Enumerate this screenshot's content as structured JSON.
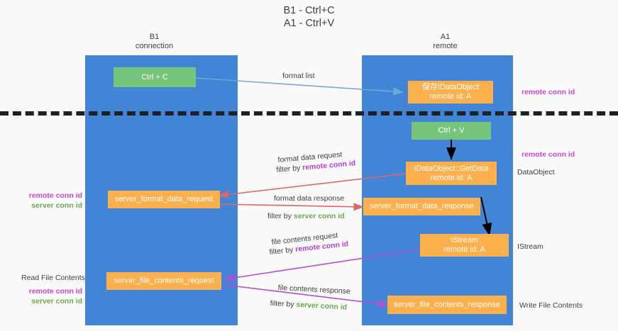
{
  "title": {
    "line1": "B1 - Ctrl+C",
    "line2": "A1 - Ctrl+V"
  },
  "columns": [
    {
      "name": "B1",
      "role": "connection"
    },
    {
      "name": "A1",
      "role": "remote"
    }
  ],
  "colors": {
    "lane": "#4285d6",
    "green_box": "#77c47d",
    "orange_box": "#fbb04d",
    "remote_conn_id": "#cc44cc",
    "server_conn_id": "#6aa84f",
    "arrow_blue": "#6fa8dc",
    "arrow_red": "#e06666",
    "arrow_purple": "#b44fd0",
    "arrow_black": "#000000",
    "separator": "#202124",
    "background": "#fafafa"
  },
  "boxes": {
    "ctrl_c": {
      "label": "Ctrl + C"
    },
    "ctrl_v": {
      "label": "Ctrl + V"
    },
    "idataobject_store": {
      "line1": "保存IDataObject",
      "line2": "remote id: A"
    },
    "idataobject_getdata": {
      "line1": "IDataObject::GetData",
      "line2": "remote id: A"
    },
    "istream": {
      "line1": "IStream",
      "line2": "remote id: A"
    },
    "server_format_data_request": {
      "label": "server_format_data_request"
    },
    "server_format_data_response": {
      "label": "server_format_data_response"
    },
    "server_file_contents_request": {
      "label": "server_file_contents_request"
    },
    "server_file_contents_response": {
      "label": "server_file_contents_response"
    }
  },
  "connector_labels": {
    "format_list": {
      "text": "format list"
    },
    "format_data_request": {
      "text": "format data request"
    },
    "format_data_request_filter": {
      "prefix": "filter by ",
      "highlight": "remote conn id"
    },
    "format_data_response": {
      "text": "format data response"
    },
    "format_data_response_filter": {
      "prefix": "filter by ",
      "highlight": "server conn id"
    },
    "file_contents_request": {
      "text": "file contents request"
    },
    "file_contents_request_filter": {
      "prefix": "filter by ",
      "highlight": "remote conn id"
    },
    "file_contents_response": {
      "text": "file contents response"
    },
    "file_contents_response_filter": {
      "prefix": "filter by ",
      "highlight": "server conn id"
    }
  },
  "annotations": {
    "right_top_remote": "remote conn id",
    "right_mid_remote": "remote conn id",
    "right_dataobject": "DataObject",
    "right_istream": "IStream",
    "right_write_file_contents": "Write File Contents",
    "left_ids_1": {
      "remote": "remote conn id",
      "server": "server conn id"
    },
    "left_read_file_contents": "Read File Contents",
    "left_ids_2": {
      "remote": "remote conn id",
      "server": "server conn id"
    }
  }
}
